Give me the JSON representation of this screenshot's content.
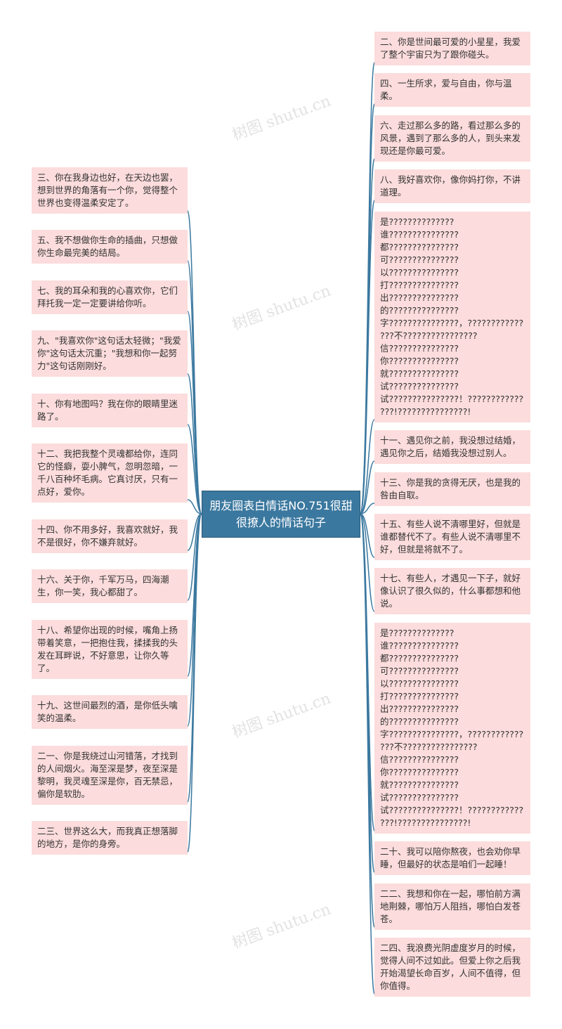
{
  "center": {
    "title": "朋友圈表白情话NO.751很甜很撩人的情话句子"
  },
  "colors": {
    "node_bg": "#fcdcdc",
    "center_bg": "#3b789f",
    "link": "#3b789f"
  },
  "watermark": "树图 shutu.cn",
  "left_nodes": [
    "三、你在我身边也好，在天边也罢，想到世界的角落有一个你，觉得整个世界也变得温柔安定了。",
    "五、我不想做你生命的插曲，只想做你生命最完美的结局。",
    "七、我的耳朵和我的心喜欢你，它们拜托我一定一定要讲给你听。",
    "九、\"我喜欢你\"这句话太轻微；\"我爱你\"这句话太沉重；\"我想和你一起努力\"这句话刚刚好。",
    "十、你有地图吗？我在你的眼睛里迷路了。",
    "十二、我把我整个灵魂都给你，连同它的怪癖，耍小脾气，忽明忽暗，一千八百种坏毛病。它真讨厌，只有一点好，爱你。",
    "十四、你不用多好，我喜欢就好，我不是很好，你不嫌弃就好。",
    "十六、关于你，千军万马，四海潮生，你一笑，我心都甜了。",
    "十八、希望你出现的时候，嘴角上扬带着笑意，一把抱住我，揉揉我的头发在耳畔说，不好意思，让你久等了。",
    "十九、这世间最烈的酒，是你低头噙笑的温柔。",
    "二一、你是我绕过山河错落，才找到的人间烟火。海至深是梦，夜至深是黎明，我灵魂至深是你，百无禁忌，偏你是软肋。",
    "二三、世界这么大，而我真正想落脚的地方，是你的身旁。"
  ],
  "right_nodes": [
    "二、你是世间最可爱的小星星，我爱了整个宇宙只为了跟你碰头。",
    "四、一生所求，爱与自由，你与温柔。",
    "六、走过那么多的路，看过那么多的风景，遇到了那么多的人，到头来发现还是你最可爱。",
    "八、我好喜欢你，像你妈打你，不讲道理。",
    "是??????????????谁???????????????都???????????????可???????????????以???????????????打???????????????出???????????????的???????????????字???????????????，???????????????不????????????????信???????????????你???????????????就???????????????试???????????????试???????????????！???????????????!???????????????!",
    "十一、遇见你之前，我没想过结婚，遇见你之后，结婚我没想过别人。",
    "十三、你是我的贪得无厌，也是我的咎由自取。",
    "十五、有些人说不清哪里好，但就是谁都替代不了。有些人说不清哪里不好，但就是将就不了。",
    "十七、有些人，才遇见一下子，就好像认识了很久似的，什么事都想和他说。",
    "是??????????????谁???????????????都???????????????可???????????????以???????????????打???????????????出???????????????的???????????????字???????????????，???????????????不????????????????信???????????????你???????????????就???????????????试???????????????试???????????????！???????????????!???????????????!",
    "二十、我可以陪你熬夜，也会劝你早睡，但最好的状态是咱们一起睡！",
    "二二、我想和你在一起，哪怕前方满地荆棘，哪怕万人阻挡，哪怕白发苍苍。",
    "二四、我浪费光阴虚度岁月的时候，觉得人间不过如此。但爱上你之后我开始渴望长命百岁，人间不值得，但你值得。"
  ]
}
